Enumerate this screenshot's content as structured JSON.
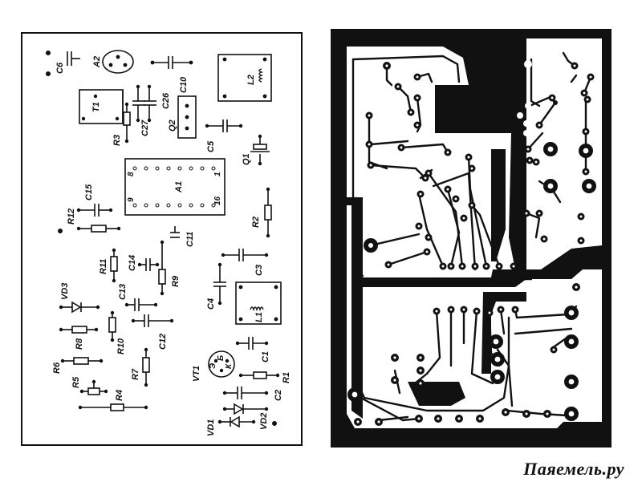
{
  "components": {
    "c6": "C6",
    "a2": "A2",
    "c10": "C10",
    "l2": "L2",
    "t1": "T1",
    "c27": "C27",
    "c26": "C26",
    "q2": "Q2",
    "r3": "R3",
    "c5": "C5",
    "q1": "Q1",
    "c15": "C15",
    "a1": "A1",
    "r12": "R12",
    "r2": "R2",
    "c11": "C11",
    "r11": "R11",
    "c14": "C14",
    "r9": "R9",
    "c3": "C3",
    "vd3": "VD3",
    "c13": "C13",
    "c4": "C4",
    "l1": "L1",
    "r8": "R8",
    "r10": "R10",
    "c12": "C12",
    "r6": "R6",
    "r7": "R7",
    "c1": "C1",
    "r5": "R5",
    "vt1": "VT1",
    "r1": "R1",
    "r4": "R4",
    "c2": "C2",
    "vd1": "VD1",
    "vd2": "VD2"
  },
  "a1_pins": {
    "p8": "8",
    "p1": "1",
    "p9": "9",
    "p16": "16"
  },
  "vt1_pins": {
    "e": "Э",
    "b": "Б",
    "k": "К"
  },
  "watermark": "Паяемель.ру"
}
